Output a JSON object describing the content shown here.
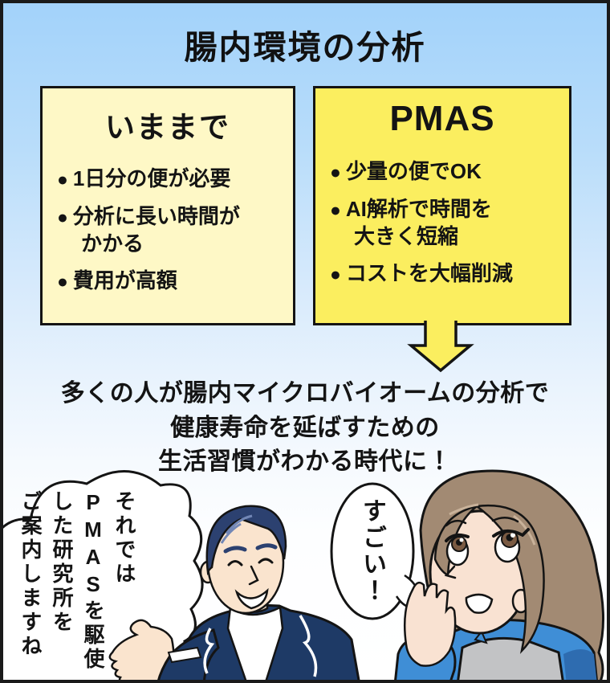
{
  "title": "腸内環境の分析",
  "comparison": {
    "before": {
      "heading": "いままで",
      "bullets": [
        "1日分の便が必要",
        "分析に長い時間が\nかかる",
        "費用が高額"
      ]
    },
    "pmas": {
      "heading": "PMAS",
      "bullets": [
        "少量の便でOK",
        "AI解析で時間を\n大きく短縮",
        "コストを大幅削減"
      ]
    }
  },
  "arrow": {
    "icon": "down-arrow"
  },
  "conclusion": {
    "lines": [
      "多くの人が腸内マイクロバイオームの分析で",
      "健康寿命を延ばすための",
      "生活習慣がわかる時代に！"
    ]
  },
  "dialogue": {
    "man_bubble_lines": [
      "それでは",
      "PMASを駆使",
      "した研究所を",
      "ご案内しますね"
    ],
    "woman_bubble": "すごい！"
  },
  "bullet_glyph": "●",
  "colors": {
    "background_top": "#A2D2FA",
    "background_bottom": "#FFFFFF",
    "frame_outline": "#1A1A1A",
    "box_before_fill": "#FEF8C6",
    "box_pmas_fill": "#FBEE5F",
    "arrow_fill": "#FBEE5F",
    "text": "#141414",
    "man_suit": "#1E3A66",
    "man_hair": "#2C4170",
    "skin": "#FAE4CE",
    "woman_hair": "#A28A73",
    "woman_jacket": "#3F8ED6",
    "woman_top": "#C2C3C5"
  }
}
